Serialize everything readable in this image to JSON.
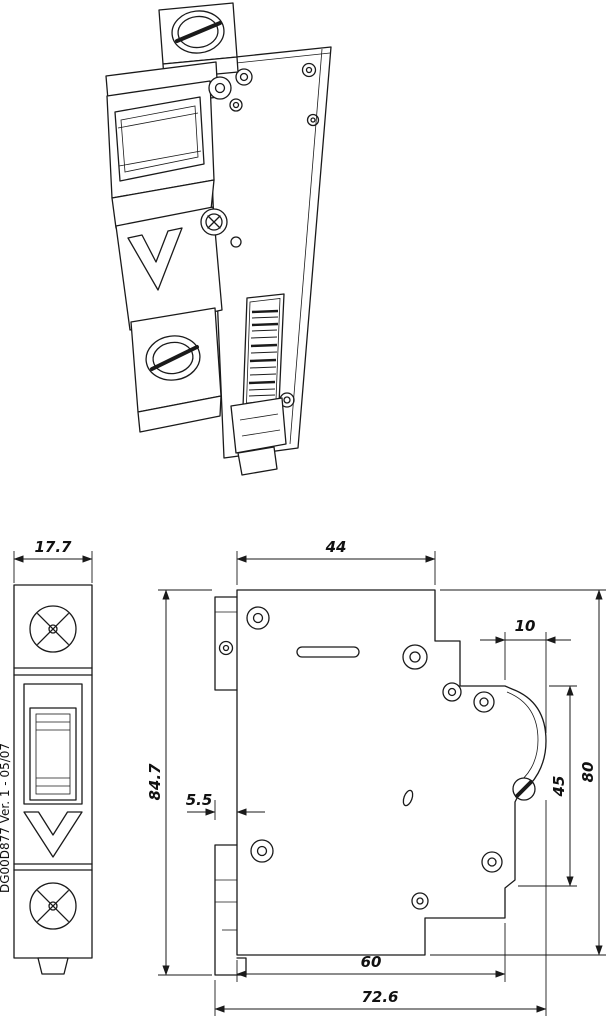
{
  "drawing": {
    "doc_ref": "DG00D877 Ver. 1 - 05/07",
    "line_color": "#1a1a1a",
    "background": "#ffffff"
  },
  "dimensions": {
    "front_width": "17.7",
    "top_depth": "44",
    "terminal_depth": "10",
    "overall_height": "84.7",
    "rail_depth": "5.5",
    "terminal_height": "45",
    "body_height": "80",
    "base_depth": "60",
    "overall_depth": "72.6"
  }
}
